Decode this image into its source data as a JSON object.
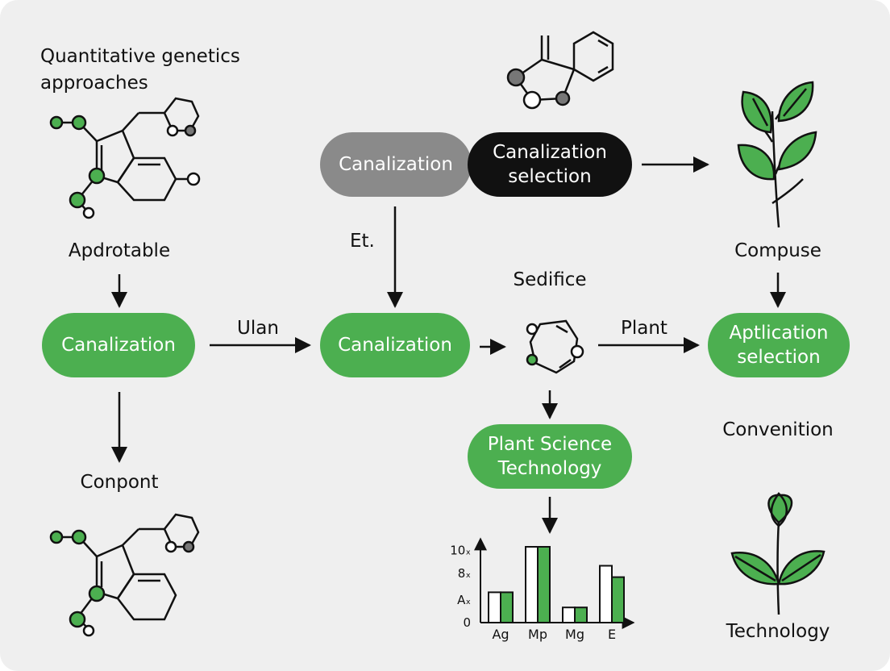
{
  "title": "Quantitative genetics\napproaches",
  "labels": {
    "apdrotable": "Apdrotable",
    "conpont": "Conpont",
    "et": "Et.",
    "ulan": "Ulan",
    "sedifice": "Sedifice",
    "plant": "Plant",
    "compuse": "Compuse",
    "convenition": "Convenition",
    "technology": "Technology"
  },
  "nodes": {
    "canalization_left": "Canalization",
    "canalization_top_grey": "Canalization",
    "canalization_selection": "Canalization\nselection",
    "canalization_center": "Canalization",
    "aptlication_selection": "Aptlication\nselection",
    "plant_science_technology": "Plant Science\nTechnology"
  },
  "colors": {
    "green": "#4caf50",
    "grey": "#8a8a8a",
    "black": "#111111",
    "background": "#efefef"
  },
  "icons": [
    "molecule-icon",
    "ring-molecule-icon",
    "plant-sprout-icon",
    "leaf-sprout-icon"
  ],
  "chart_data": {
    "type": "bar",
    "categories": [
      "Ag",
      "Mp",
      "Mg",
      "E"
    ],
    "series": [
      {
        "values": [
          4,
          10,
          2,
          7.5
        ]
      },
      {
        "values": [
          4,
          10,
          2,
          6
        ]
      }
    ],
    "series_colors": [
      "#ffffff",
      "#4caf50"
    ],
    "y_tick_labels": [
      "0",
      "Aₓ",
      "8ₓ",
      "10ₓ"
    ],
    "ylim": [
      0,
      10
    ]
  }
}
